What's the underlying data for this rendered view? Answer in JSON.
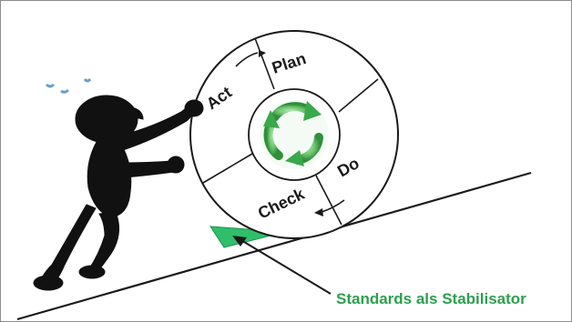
{
  "wheel": {
    "labels": {
      "plan": "Plan",
      "do": "Do",
      "check": "Check",
      "act": "Act"
    }
  },
  "wedge": {
    "caption": "Standards als Stabilisator"
  },
  "colors": {
    "wedge_green": "#2fbf6a",
    "caption_green": "#2e9e4f",
    "cycle_green": "#39a84a",
    "line": "#1a1a1a"
  },
  "icons": {
    "cycle": "recycle-arrows-icon",
    "figure": "pushing-figure-icon"
  }
}
